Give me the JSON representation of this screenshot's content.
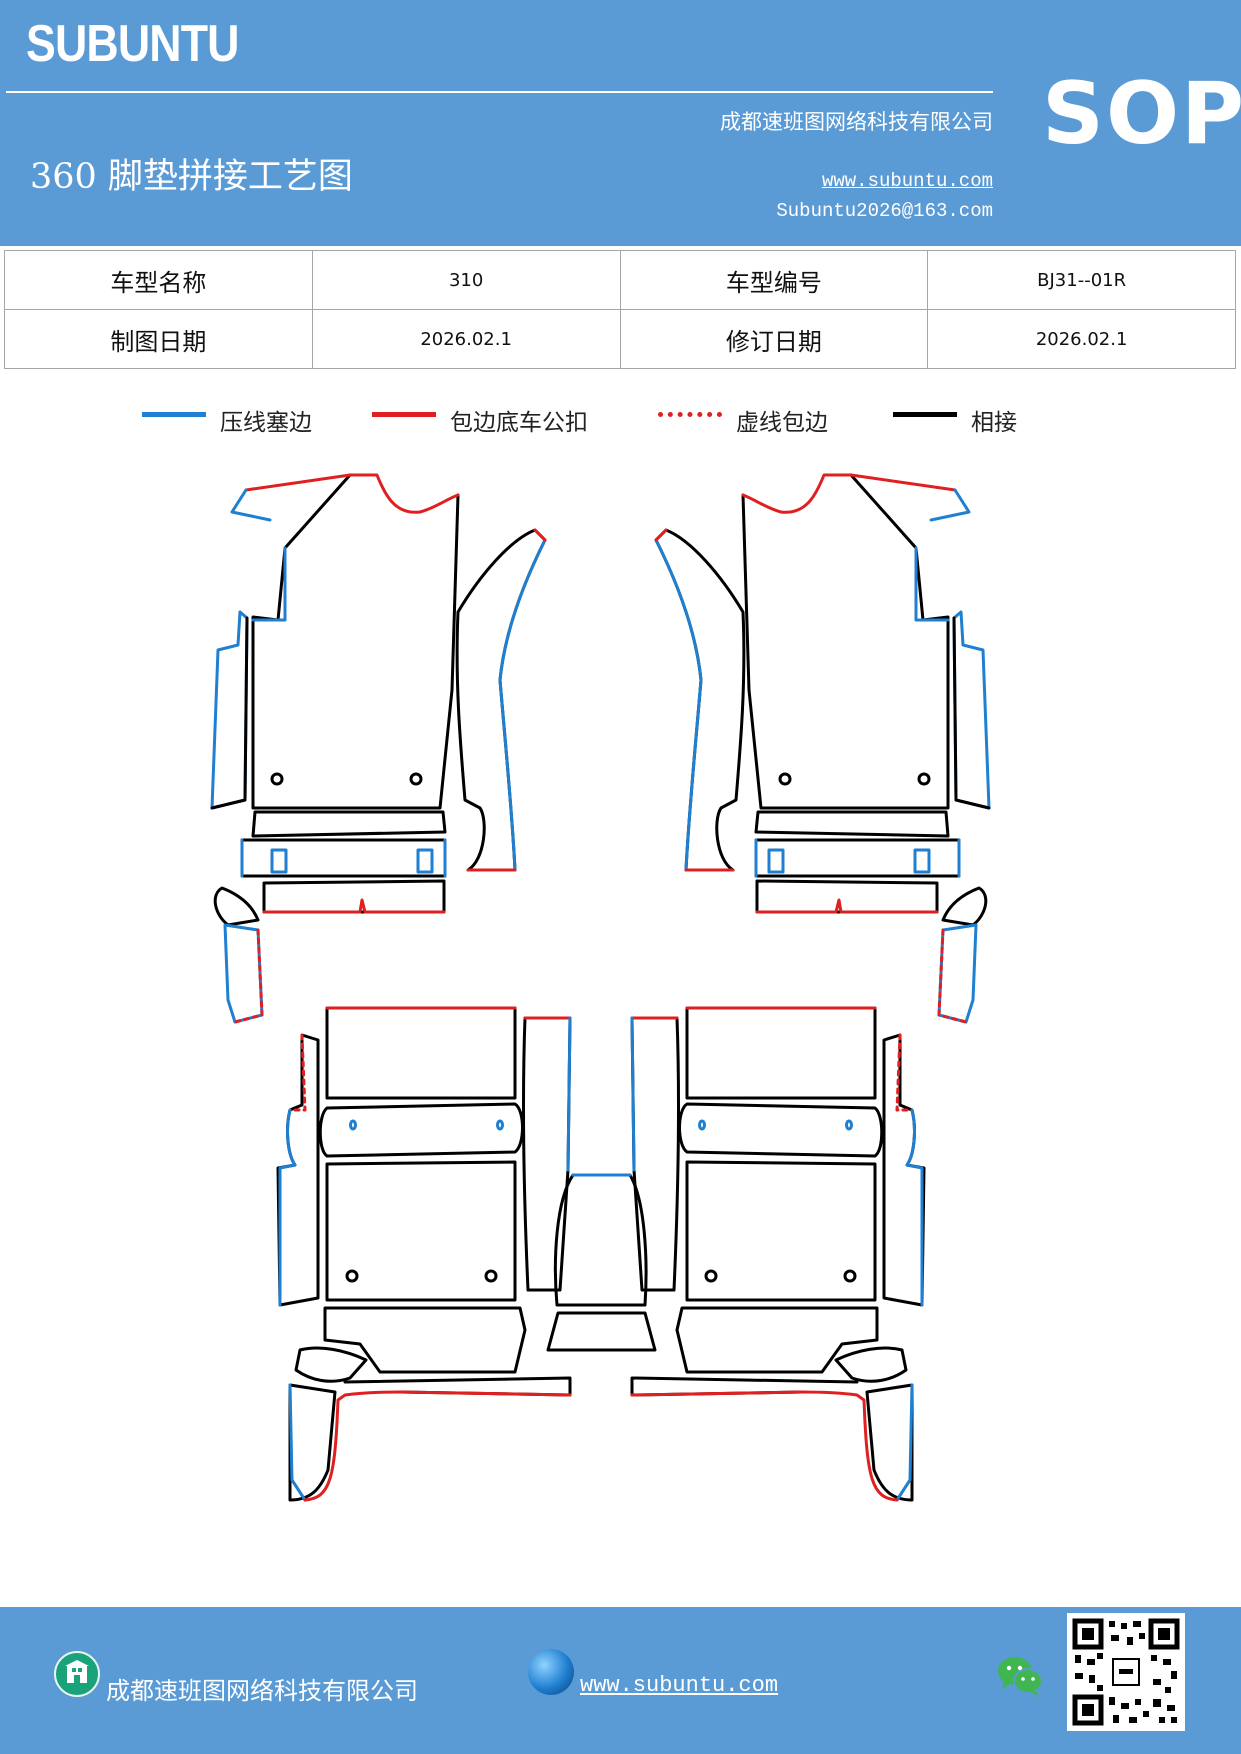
{
  "header": {
    "brand": "SUBUNTU",
    "company": "成都速班图网络科技有限公司",
    "title": "360 脚垫拼接工艺图",
    "url": "www.subuntu.com",
    "email": "Subuntu2026@163.com",
    "badge": "SOP",
    "bg_color": "#5b9bd5"
  },
  "info_table": {
    "rows": [
      [
        {
          "label": "车型名称"
        },
        {
          "value": "310"
        },
        {
          "label": "车型编号"
        },
        {
          "value": "BJ31--01R"
        }
      ],
      [
        {
          "label": "制图日期"
        },
        {
          "value": "2026.02.1"
        },
        {
          "label": "修订日期"
        },
        {
          "value": "2026.02.1"
        }
      ]
    ]
  },
  "legend": {
    "items": [
      {
        "label": "压线塞边",
        "color": "#1f7fd0",
        "style": "solid"
      },
      {
        "label": "包边底车公扣",
        "color": "#e02020",
        "style": "solid"
      },
      {
        "label": "虚线包边",
        "color": "#e02020",
        "style": "dotted"
      },
      {
        "label": "相接",
        "color": "#000000",
        "style": "solid"
      }
    ]
  },
  "footer": {
    "company": "成都速班图网络科技有限公司",
    "url": "www.subuntu.com",
    "icons": [
      "building-icon",
      "globe-icon",
      "wechat-icon",
      "qr-code-icon"
    ]
  }
}
